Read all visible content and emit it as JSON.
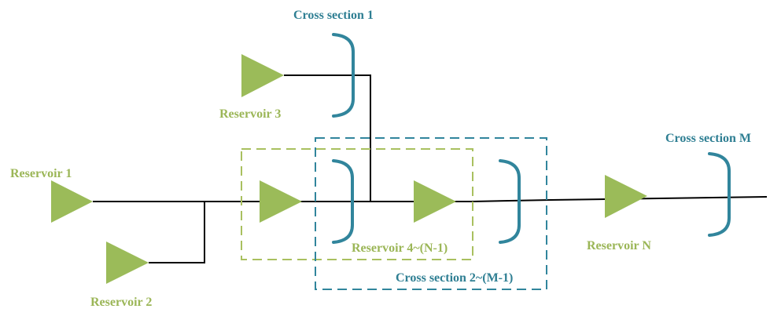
{
  "colors": {
    "reservoir": "#9bbb59",
    "reservoir_label": "#9bb657",
    "cross_section": "#31859c",
    "cross_section_label": "#2f7f93",
    "river": "#000000",
    "reservoir_group_box": "#a9c05f",
    "cross_section_group_box": "#31859c"
  },
  "reservoirs": [
    {
      "id": "r1",
      "label": "Reservoir 1"
    },
    {
      "id": "r2",
      "label": "Reservoir 2"
    },
    {
      "id": "r3",
      "label": "Reservoir 3"
    },
    {
      "id": "r4a",
      "label": ""
    },
    {
      "id": "r4b",
      "label": "Reservoir 4~(N-1)"
    },
    {
      "id": "rn",
      "label": "Reservoir N"
    }
  ],
  "cross_sections": [
    {
      "id": "cs1",
      "label": "Cross section 1"
    },
    {
      "id": "cs2a",
      "label": ""
    },
    {
      "id": "cs2b",
      "label": "Cross section 2~(M-1)"
    },
    {
      "id": "csm",
      "label": "Cross section M"
    }
  ],
  "groups": {
    "reservoir_group_label": "Reservoir 4~(N-1)",
    "cross_section_group_label": "Cross section 2~(M-1)"
  }
}
